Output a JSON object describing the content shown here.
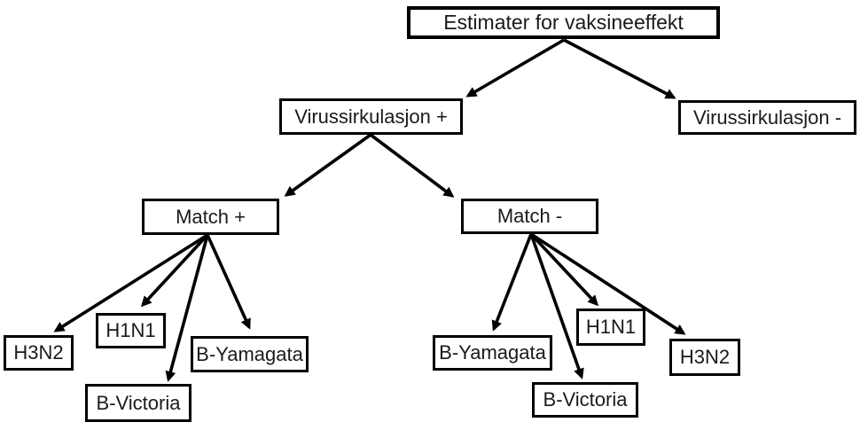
{
  "diagram": {
    "title": "Estimater for vaksineeffekt",
    "type": "decision-tree",
    "colors": {
      "stroke": "#000000",
      "background": "#ffffff",
      "text": "#1a1a1a"
    },
    "nodes": {
      "root": {
        "label": "Estimater for vaksineeffekt"
      },
      "virus_plus": {
        "label": "Virussirkulasjon +"
      },
      "virus_minus": {
        "label": "Virussirkulasjon -"
      },
      "match_plus": {
        "label": "Match +"
      },
      "match_minus": {
        "label": "Match -"
      },
      "left_h3n2": {
        "label": "H3N2"
      },
      "left_h1n1": {
        "label": "H1N1"
      },
      "left_b_victoria": {
        "label": "B-Victoria"
      },
      "left_b_yamagata": {
        "label": "B-Yamagata"
      },
      "right_b_yamagata": {
        "label": "B-Yamagata"
      },
      "right_h1n1": {
        "label": "H1N1"
      },
      "right_b_victoria": {
        "label": "B-Victoria"
      },
      "right_h3n2": {
        "label": "H3N2"
      }
    },
    "edges": [
      {
        "from": "root",
        "to": "virus_plus"
      },
      {
        "from": "root",
        "to": "virus_minus"
      },
      {
        "from": "virus_plus",
        "to": "match_plus"
      },
      {
        "from": "virus_plus",
        "to": "match_minus"
      },
      {
        "from": "match_plus",
        "to": "left_h3n2"
      },
      {
        "from": "match_plus",
        "to": "left_h1n1"
      },
      {
        "from": "match_plus",
        "to": "left_b_victoria"
      },
      {
        "from": "match_plus",
        "to": "left_b_yamagata"
      },
      {
        "from": "match_minus",
        "to": "right_b_yamagata"
      },
      {
        "from": "match_minus",
        "to": "right_h1n1"
      },
      {
        "from": "match_minus",
        "to": "right_b_victoria"
      },
      {
        "from": "match_minus",
        "to": "right_h3n2"
      }
    ]
  }
}
